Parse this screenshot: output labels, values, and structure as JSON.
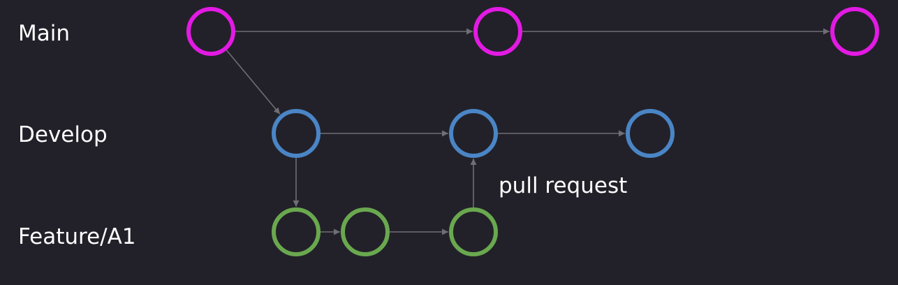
{
  "branches": {
    "main": {
      "label": "Main",
      "color": "#e31ae3"
    },
    "develop": {
      "label": "Develop",
      "color": "#4a85c6"
    },
    "feature": {
      "label": "Feature/A1",
      "color": "#6aa84f"
    }
  },
  "annotations": {
    "pull_request": "pull request"
  },
  "colors": {
    "background": "#222129",
    "edge": "#6f6e75",
    "text": "#ffffff"
  },
  "commits": [
    {
      "id": "m1",
      "branch": "main"
    },
    {
      "id": "m2",
      "branch": "main"
    },
    {
      "id": "m3",
      "branch": "main"
    },
    {
      "id": "d1",
      "branch": "develop"
    },
    {
      "id": "d2",
      "branch": "develop"
    },
    {
      "id": "d3",
      "branch": "develop"
    },
    {
      "id": "f1",
      "branch": "feature"
    },
    {
      "id": "f2",
      "branch": "feature"
    },
    {
      "id": "f3",
      "branch": "feature"
    }
  ],
  "edges": [
    {
      "from": "m1",
      "to": "m2"
    },
    {
      "from": "m2",
      "to": "m3"
    },
    {
      "from": "m1",
      "to": "d1"
    },
    {
      "from": "d1",
      "to": "d2"
    },
    {
      "from": "d2",
      "to": "d3"
    },
    {
      "from": "d1",
      "to": "f1"
    },
    {
      "from": "f1",
      "to": "f2"
    },
    {
      "from": "f2",
      "to": "f3"
    },
    {
      "from": "f3",
      "to": "d2"
    }
  ]
}
